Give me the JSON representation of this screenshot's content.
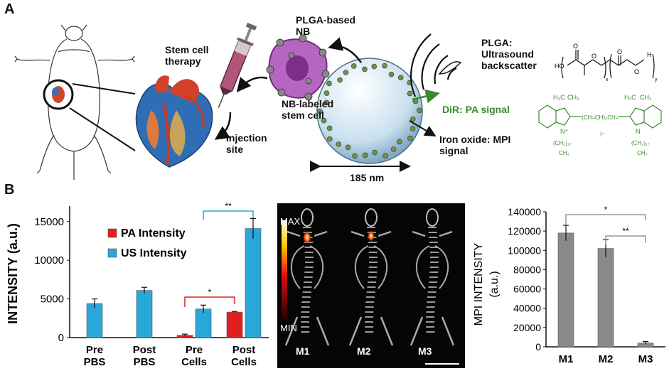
{
  "panel_a": {
    "panel_label": "A",
    "stem_cell_therapy": [
      "Stem cell",
      "therapy"
    ],
    "injection_site": [
      "Injection",
      "site"
    ],
    "plga_nb": [
      "PLGA-based",
      "NB"
    ],
    "nb_labeled": [
      "NB-labeled",
      "stem cell"
    ],
    "plga_info": [
      "PLGA:",
      "Ultrasound",
      "backscatter"
    ],
    "dir_info": "DiR: PA signal",
    "iron_info": [
      "Iron oxide: MPI",
      "signal"
    ],
    "size_label": "185 nm",
    "chem_plga": {
      "ho": "HO",
      "h": "H",
      "x": "x",
      "y": "y"
    },
    "chem_dir": {
      "h3c": "H₃C",
      "ch3": "CH₃",
      "chain": "(CH=CH)₂CH=",
      "sub": "(CH₂)₁₇",
      "ch3b": "CH₃",
      "i": "I⁻",
      "n": "N",
      "nplus": "N⁺"
    }
  },
  "panel_b": {
    "panel_label": "B",
    "image_labels": {
      "max": "MAX",
      "min": "MIN",
      "m1": "M1",
      "m2": "M2",
      "m3": "M3"
    },
    "colors": {
      "pa": "#e02020",
      "us": "#2aa7d9",
      "gray": "#8a8a8a"
    }
  },
  "chart_data": [
    {
      "type": "bar",
      "ylabel": "INTENSITY (a.u.)",
      "ylim": [
        0,
        17000
      ],
      "yticks": [
        "0",
        "5000",
        "10000",
        "15000"
      ],
      "ytick_values": [
        0,
        5000,
        10000,
        15000
      ],
      "categories": [
        [
          "Pre",
          "PBS"
        ],
        [
          "Post",
          "PBS"
        ],
        [
          "Pre",
          "Cells"
        ],
        [
          "Post",
          "Cells"
        ]
      ],
      "series": [
        {
          "name": "PA Intensity",
          "values": [
            null,
            null,
            300,
            3300
          ],
          "errors": [
            null,
            null,
            150,
            80
          ]
        },
        {
          "name": "US Intensity",
          "values": [
            4400,
            6100,
            3700,
            14100
          ],
          "errors": [
            600,
            400,
            500,
            1300
          ]
        }
      ],
      "legend_position": "center",
      "significance": [
        {
          "label": "*",
          "from": "Pre Cells PA",
          "to": "Post Cells PA"
        },
        {
          "label": "**",
          "from": "Pre Cells US",
          "to": "Post Cells US"
        }
      ]
    },
    {
      "type": "bar",
      "ylabel": [
        "MPI INTENSITY",
        "(a.u.)"
      ],
      "ylim": [
        0,
        140000
      ],
      "yticks": [
        "0",
        "20000",
        "40000",
        "60000",
        "80000",
        "100000",
        "120000",
        "140000"
      ],
      "ytick_values": [
        0,
        20000,
        40000,
        60000,
        80000,
        100000,
        120000,
        140000
      ],
      "categories": [
        "M1",
        "M2",
        "M3"
      ],
      "series": [
        {
          "values": [
            118000,
            102000,
            4000
          ],
          "errors": [
            8000,
            9000,
            1500
          ]
        }
      ],
      "significance": [
        {
          "label": "*",
          "from": "M1",
          "to": "M3"
        },
        {
          "label": "**",
          "from": "M2",
          "to": "M3"
        }
      ]
    }
  ]
}
